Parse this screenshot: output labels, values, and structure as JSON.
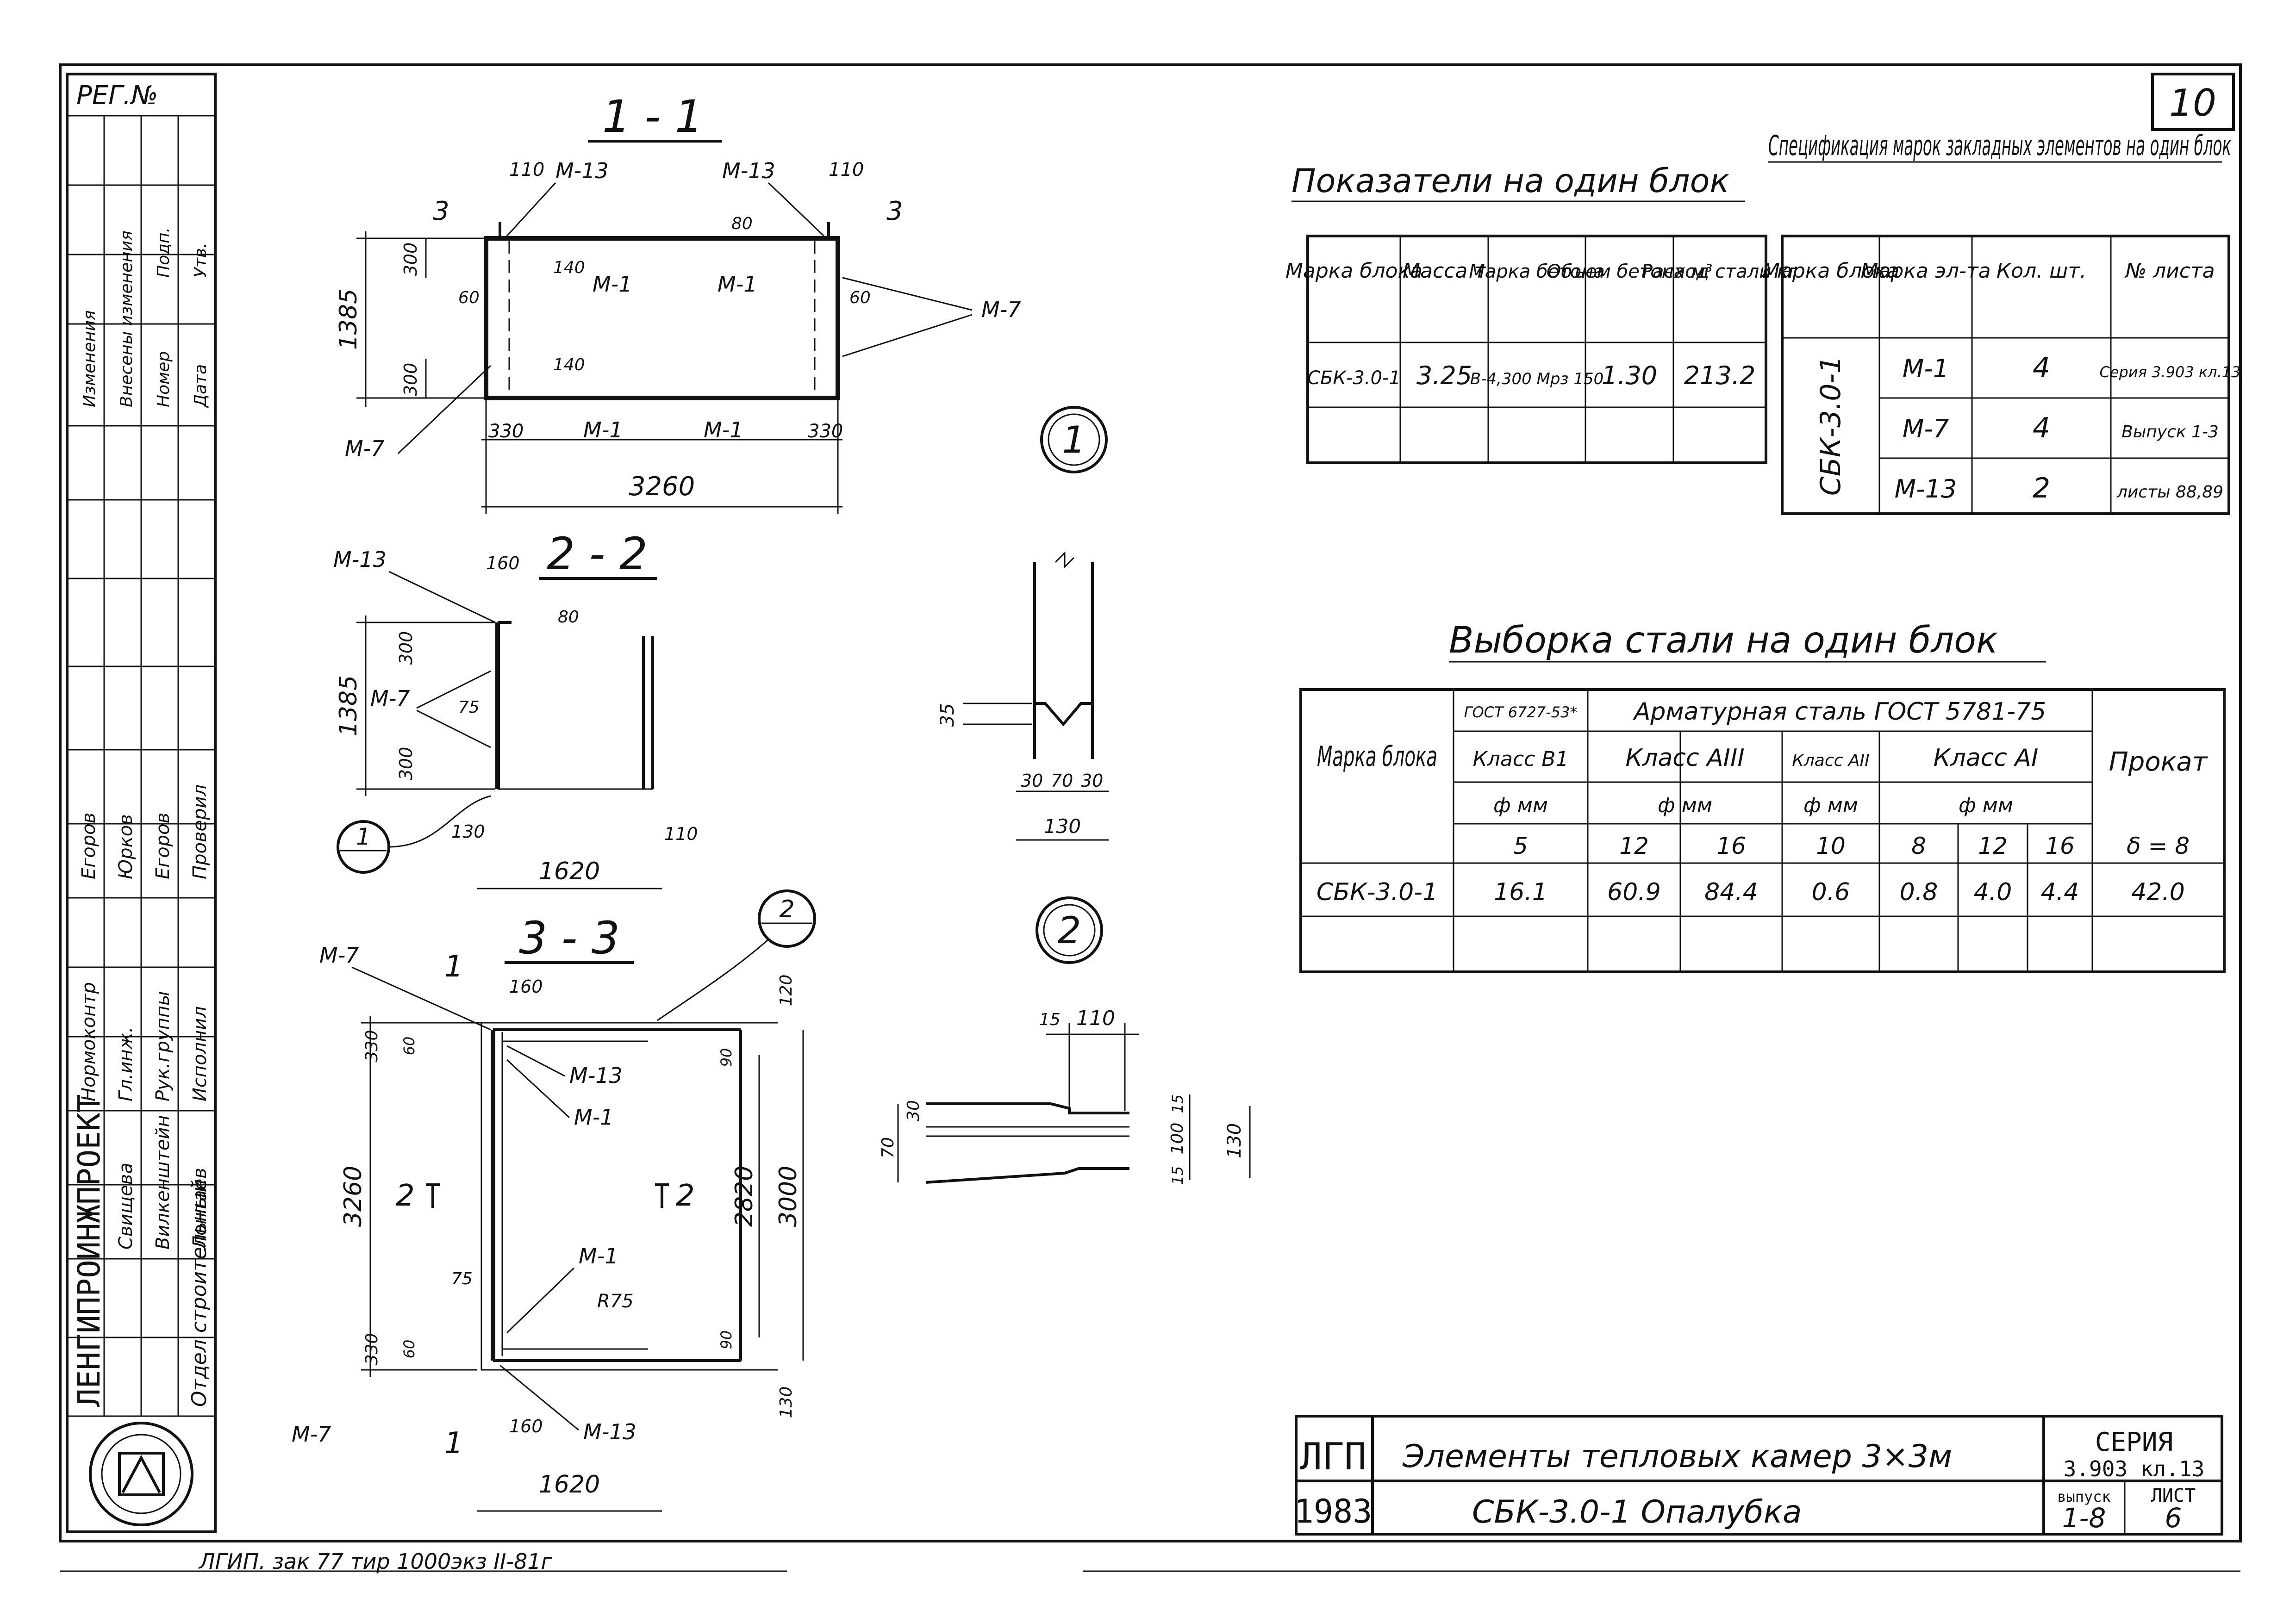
{
  "sheet": {
    "page_number": "10",
    "bottom_note": "ЛГИП. зак 77 тир 1000экз II-81г"
  },
  "left_strip": {
    "reg_label": "РЕГ.№",
    "changes_header": [
      "Изменения",
      "Внесены изменения"
    ],
    "changes_cols": [
      "Номер",
      "Дата",
      "Подп.",
      "Утв."
    ],
    "stamp_rows": [
      "Нормоконтр",
      "Гл.инж.",
      "Рук.группы",
      "Исполнил",
      "Проверил"
    ],
    "org_name": "ЛЕНГИПРОИНЖПРОЕКТ",
    "dept": "Отдел строительный",
    "persons": [
      "Егоров",
      "Юрков",
      "Егоров",
      "Свищева",
      "Вилкенштейн",
      "Лонтаев"
    ]
  },
  "views": {
    "section_1_1": {
      "title": "1 - 1",
      "dims": [
        "110",
        "110",
        "1385",
        "300",
        "300",
        "80",
        "140",
        "140",
        "60",
        "60",
        "330",
        "330",
        "3260"
      ],
      "marks": [
        "М-13",
        "М-13",
        "М-1",
        "М-1",
        "М-1",
        "М-1",
        "М-7",
        "М-7"
      ],
      "cut_labels": [
        "3",
        "3"
      ]
    },
    "section_2_2": {
      "title": "2 - 2",
      "dims": [
        "160",
        "80",
        "1385",
        "300",
        "300",
        "75",
        "130",
        "1620",
        "110"
      ],
      "marks": [
        "М-13",
        "М-7"
      ],
      "callout": "1"
    },
    "section_3_3": {
      "title": "3 - 3",
      "dims": [
        "160",
        "160",
        "330",
        "60",
        "120",
        "90",
        "90",
        "3260",
        "2820",
        "3000",
        "75",
        "330",
        "60",
        "130",
        "1620"
      ],
      "marks": [
        "М-7",
        "М-13",
        "М-1",
        "М-1",
        "R75",
        "М-7",
        "М-13"
      ],
      "labels": [
        "2",
        "2",
        "1",
        "1"
      ],
      "callout": "2"
    },
    "detail_1": {
      "label": "1",
      "dims": [
        "35",
        "30",
        "70",
        "30",
        "130"
      ]
    },
    "detail_2": {
      "label": "2",
      "dims": [
        "15",
        "110",
        "70",
        "30",
        "15",
        "100",
        "15",
        "130"
      ]
    }
  },
  "indicators": {
    "title": "Показатели на один блок",
    "headers": [
      "Марка блока",
      "Масса т",
      "Марка бетона",
      "Объем бетона м³",
      "Расход стали кг"
    ],
    "rows": [
      [
        "СБК-3.0-1",
        "3.25",
        "В-4,300 Мрз 150",
        "1.30",
        "213.2"
      ]
    ]
  },
  "embedded_spec": {
    "title": "Спецификация марок закладных элементов на один блок",
    "headers": [
      "Марка блока",
      "Марка эл-та",
      "Кол. шт.",
      "№ листа"
    ],
    "block": "СБК-3.0-1",
    "rows": [
      [
        "М-1",
        "4",
        "Серия 3.903 кл.13"
      ],
      [
        "М-7",
        "4",
        "Выпуск 1-3"
      ],
      [
        "М-13",
        "2",
        "листы 88,89"
      ]
    ]
  },
  "steel": {
    "title": "Выборка стали на один блок",
    "header_block": "Марка блока",
    "gost_b1": "ГОСТ 6727-53*",
    "armature": "Арматурная сталь ГОСТ 5781-75",
    "classes": [
      "Класс В1",
      "Класс АIII",
      "Класс АII",
      "Класс АI"
    ],
    "phi": [
      "ф мм",
      "ф мм",
      "ф мм",
      "ф мм"
    ],
    "diameters": [
      "5",
      "12",
      "16",
      "10",
      "8",
      "12",
      "16",
      "δ = 8"
    ],
    "prokat": "Прокат",
    "row": [
      "СБК-3.0-1",
      "16.1",
      "60.9",
      "84.4",
      "0.6",
      "0.8",
      "4.0",
      "4.4",
      "42.0"
    ]
  },
  "title_block": {
    "org_mark": "ЛГП",
    "year": "1983",
    "subject": "Элементы тепловых камер 3×3м",
    "drawing": "СБК-3.0-1   Опалубка",
    "series_label": "СЕРИЯ",
    "series_value": "3.903 кл.13",
    "issue_label": "выпуск",
    "issue_value": "1-8",
    "sheet_label": "ЛИСТ",
    "sheet_value": "6"
  }
}
